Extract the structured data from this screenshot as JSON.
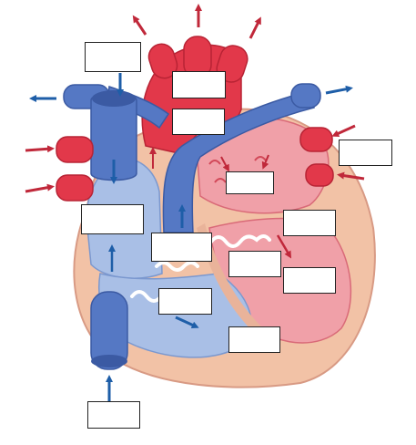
{
  "colors": {
    "artery": "#e2384a",
    "artery_dark": "#b82334",
    "vein": "#5578c4",
    "vein_dark": "#3b5aa3",
    "wall": "#f2c2a6",
    "left_chamber": "#f0a0a8",
    "right_chamber": "#a9bfe6",
    "arrow_red": "#c0283a",
    "arrow_blue": "#1e5ea8",
    "valve": "#ffffff",
    "box_border": "#222222"
  },
  "labels": [
    {
      "id": "label-1",
      "text": ""
    },
    {
      "id": "label-2",
      "text": ""
    },
    {
      "id": "label-3",
      "text": ""
    },
    {
      "id": "label-4",
      "text": ""
    },
    {
      "id": "label-5",
      "text": ""
    },
    {
      "id": "label-6",
      "text": ""
    },
    {
      "id": "label-7",
      "text": ""
    },
    {
      "id": "label-8",
      "text": ""
    },
    {
      "id": "label-9",
      "text": ""
    },
    {
      "id": "label-10",
      "text": ""
    },
    {
      "id": "label-11",
      "text": ""
    },
    {
      "id": "label-12",
      "text": ""
    }
  ]
}
